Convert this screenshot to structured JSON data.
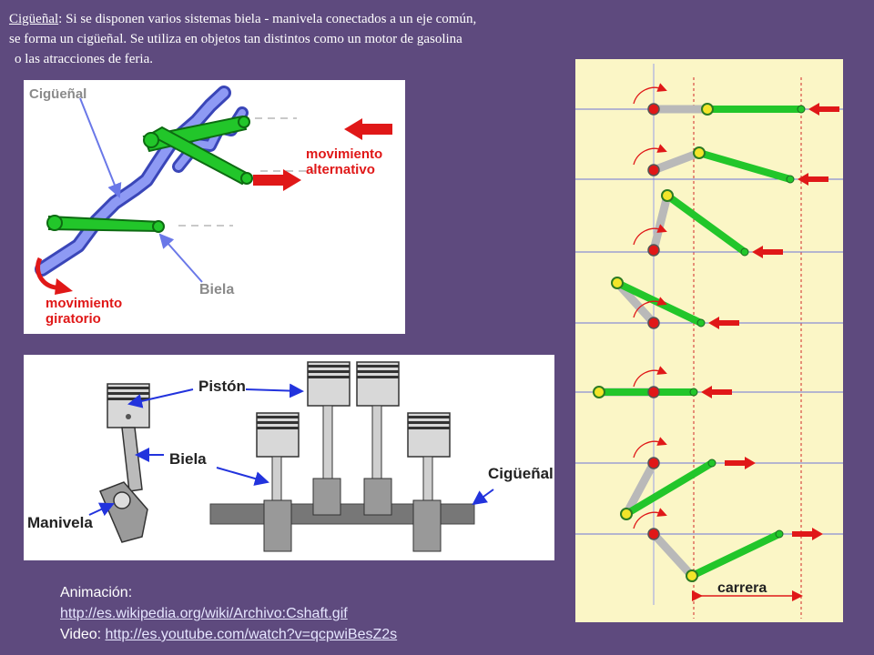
{
  "intro": {
    "term": "Cigüeñal",
    "line1": ": Si se disponen varios sistemas biela - manivela conectados a un eje común,",
    "line2": "se forma un cigüeñal. Se utiliza en objetos tan distintos como un motor de gasolina",
    "line3": "o las atracciones de feria."
  },
  "figure1": {
    "label_crankshaft": "Cigüeñal",
    "label_reciprocating_1": "movimiento",
    "label_reciprocating_2": "alternativo",
    "label_rod": "Biela",
    "label_rotary_1": "movimiento",
    "label_rotary_2": "giratorio"
  },
  "figure2": {
    "label_piston": "Pistón",
    "label_rod": "Biela",
    "label_crank": "Manivela",
    "label_crankshaft": "Cigüeñal"
  },
  "figure3": {
    "label_stroke": "carrera"
  },
  "links": {
    "animation_label": "Animación:",
    "animation_url": "http://es.wikipedia.org/wiki/Archivo:Cshaft.gif",
    "video_label": "Video: ",
    "video_url": "http://es.youtube.com/watch?v=qcpwiBesZ2s"
  },
  "colors": {
    "background": "#5e4a7e",
    "rod_green": "#22c62a",
    "arrow_red": "#e01818",
    "shaft_blue": "#6a78e8",
    "panel_cream": "#fbf6c6"
  }
}
